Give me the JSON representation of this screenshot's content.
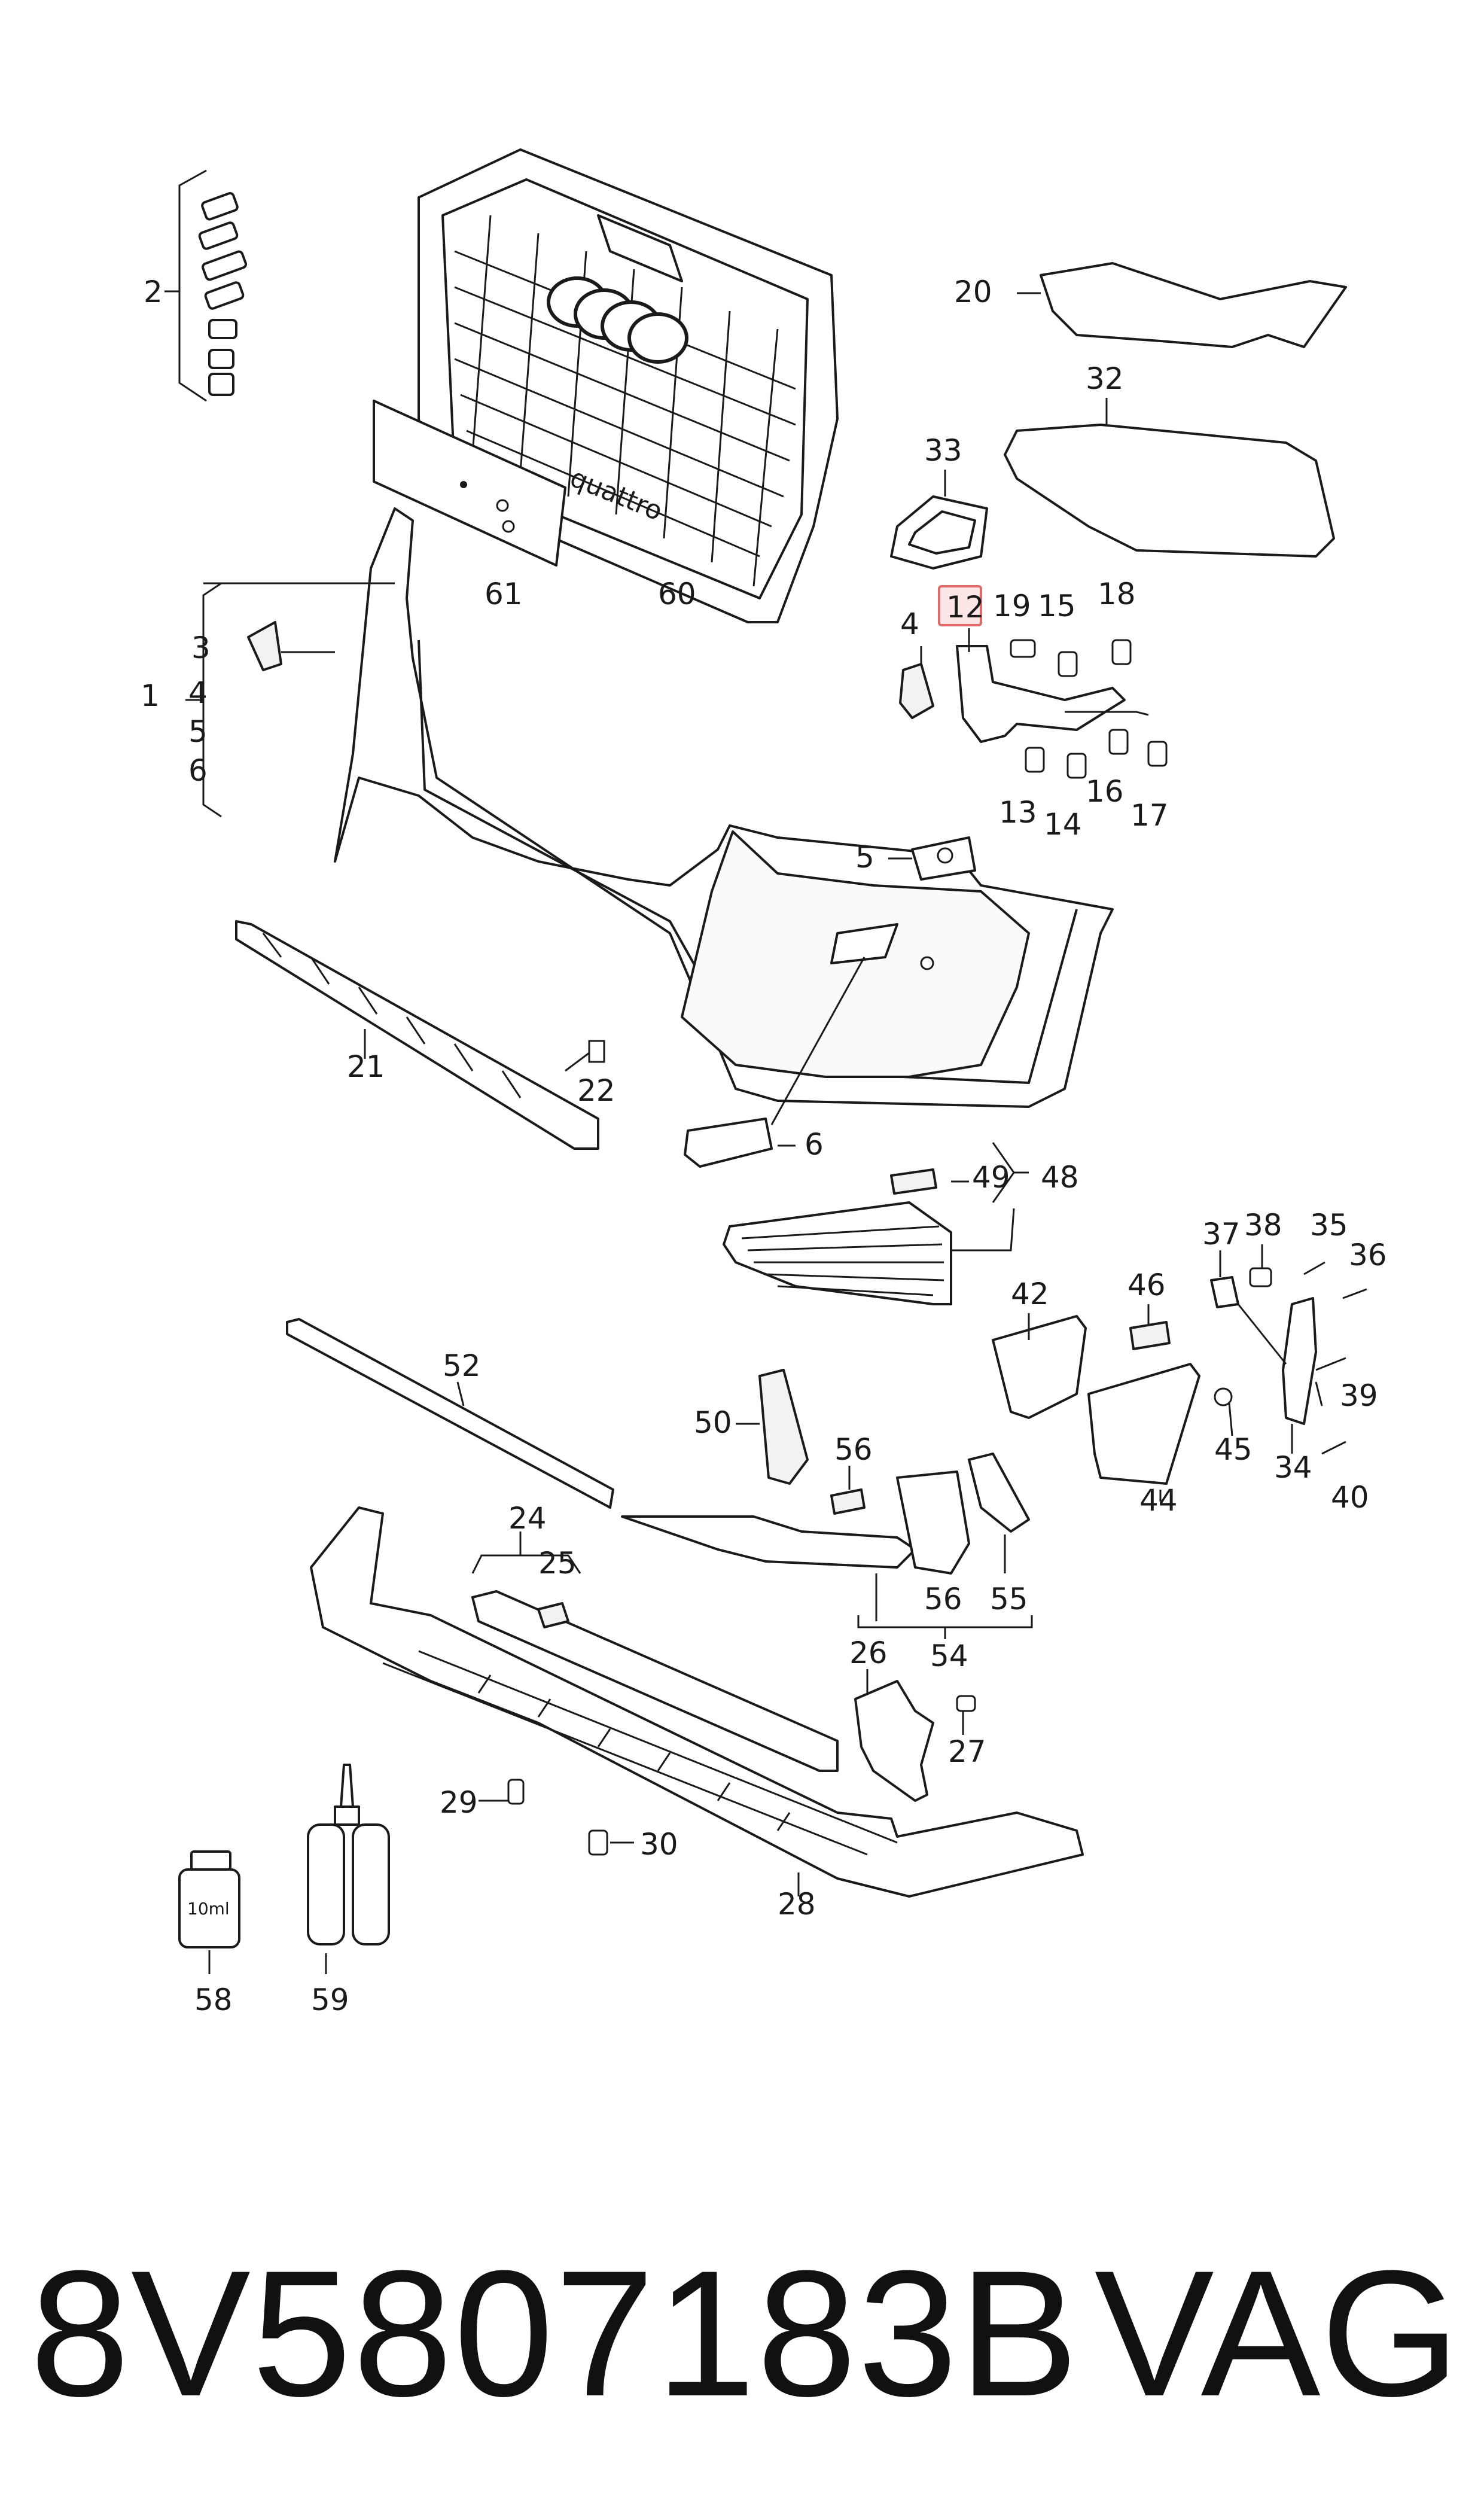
{
  "diagram": {
    "labels": [
      "1",
      "2",
      "3",
      "4",
      "5",
      "6",
      "12",
      "13",
      "14",
      "15",
      "16",
      "17",
      "18",
      "19",
      "20",
      "21",
      "22",
      "24",
      "25",
      "26",
      "27",
      "28",
      "29",
      "30",
      "32",
      "33",
      "34",
      "35",
      "36",
      "37",
      "38",
      "39",
      "40",
      "42",
      "44",
      "45",
      "46",
      "48",
      "49",
      "50",
      "52",
      "54",
      "55",
      "56",
      "58",
      "59",
      "60",
      "61"
    ],
    "group1_labels": [
      "3",
      "4",
      "5",
      "6"
    ],
    "highlighted_part": "12",
    "bottle_label": "10ml",
    "emblem_text": "quattro"
  },
  "footer": {
    "part_number": "8V5807183B",
    "brand": "VAG"
  }
}
